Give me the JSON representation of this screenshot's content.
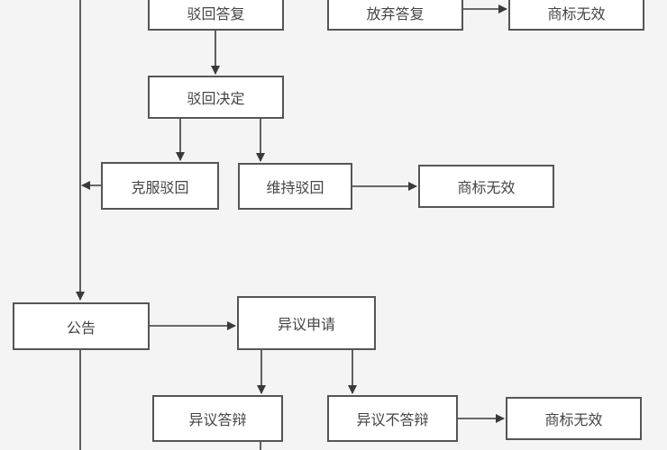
{
  "diagram": {
    "title": "",
    "colors": {
      "background": "#f4f4f4",
      "node_fill": "#ffffff",
      "node_border": "#555555",
      "edge": "#3a3a3a",
      "text": "#444444"
    },
    "nodes": [
      {
        "id": "reject_reply",
        "label": "驳回答复"
      },
      {
        "id": "abandon_reply",
        "label": "放弃答复"
      },
      {
        "id": "invalid_1",
        "label": "商标无效"
      },
      {
        "id": "reject_decision",
        "label": "驳回决定"
      },
      {
        "id": "overcome_reject",
        "label": "克服驳回"
      },
      {
        "id": "maintain_reject",
        "label": "维持驳回"
      },
      {
        "id": "invalid_2",
        "label": "商标无效"
      },
      {
        "id": "announcement",
        "label": "公告"
      },
      {
        "id": "opposition_apply",
        "label": "异议申请"
      },
      {
        "id": "opposition_reply",
        "label": "异议答辩"
      },
      {
        "id": "opposition_no_reply",
        "label": "异议不答辩"
      },
      {
        "id": "invalid_3",
        "label": "商标无效"
      }
    ],
    "edges": [
      {
        "from": "abandon_reply",
        "to": "invalid_1"
      },
      {
        "from": "reject_reply",
        "to": "reject_decision"
      },
      {
        "from": "reject_decision",
        "to": "overcome_reject"
      },
      {
        "from": "reject_decision",
        "to": "maintain_reject"
      },
      {
        "from": "maintain_reject",
        "to": "invalid_2"
      },
      {
        "from": "overcome_reject",
        "to": "main_line"
      },
      {
        "from": "main_line",
        "to": "announcement"
      },
      {
        "from": "announcement",
        "to": "opposition_apply"
      },
      {
        "from": "opposition_apply",
        "to": "opposition_reply"
      },
      {
        "from": "opposition_apply",
        "to": "opposition_no_reply"
      },
      {
        "from": "opposition_no_reply",
        "to": "invalid_3"
      },
      {
        "from": "announcement",
        "to": "offscreen_below"
      },
      {
        "from": "opposition_reply",
        "to": "offscreen_below"
      }
    ]
  }
}
